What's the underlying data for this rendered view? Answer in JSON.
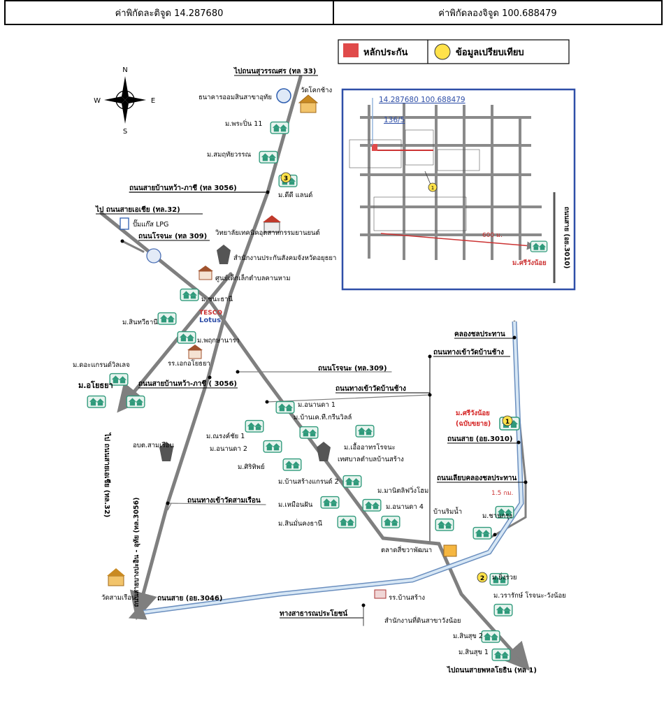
{
  "coords": {
    "lat_label": "ค่าพิกัดละติจูด 14.287680",
    "lon_label": "ค่าพิกัดลองจิจูด 100.688479"
  },
  "legend": {
    "guarantee": "หลักประกัน",
    "comparison": "ข้อมูลเปรียบเทียบ"
  },
  "compass": {
    "n": "N",
    "s": "S",
    "e": "E",
    "w": "W"
  },
  "inset": {
    "coordinate": "14.287680 100.688479",
    "house_no": "136/5",
    "distance": "600 ม.",
    "village": "ม.ศรีวังน้อย",
    "road": "ถนนสาย (อย.3010)",
    "marker_number": "1"
  },
  "roads": {
    "to_suwannason": "ไปถนนสุวรรณศร (ทล 33)",
    "banwa_phachi_top": "ถนนสายบ้านหว้า-ภาชี (ทล 3056)",
    "to_asia_top": "ไป ถนนสายเอเชีย (ทล.32)",
    "rojana_left": "ถนนโรจนะ (ทล 309)",
    "rojana_mid": "ถนนโรจนะ (ทล.309)",
    "banwa_phachi_left": "ถนนสายบ้านหว้า-ภาชี ( 3056)",
    "wat_banchang_top": "ถนนทางเข้าวัดบ้านช้าง",
    "wat_banchang_mid": "ถนนทางเข้าวัดบ้านช้าง",
    "canal": "คลองชลประทาน",
    "road_3010": "ถนนสาย (อย.3010)",
    "canal_side": "ถนนเลียบคลองชลประทาน",
    "wat_samruean": "ถนนทางเข้าวัดสามเรือน",
    "road_3046": "ถนนสาย (อย.3046)",
    "public_way": "ทางสาธารณประโยชน์",
    "to_phahon": "ไปถนนสายพหลโยธิน (ทล 1)",
    "to_asia_left": "ไป ถนนสายเอเชีย (ทล.32)",
    "ayutthaya_road": "ถนนสายบางปะอิน - อุทัย (ทล.3056)",
    "distance_1_5": "1.5 กม."
  },
  "places": {
    "gsb": "ธนาคารออมสินสาขาอุทัย",
    "wat_khok_chang": "วัดโคกช้าง",
    "m_phrapin": "ม.พระปิ่น 11",
    "m_samutthai": "ม.สมฤทัยวรรณ",
    "m_dd_land": "ม.ดีดี แลนด์",
    "gas": "ปั๊มแก๊ส LPG",
    "college": "วิทยาลัยเทคนิคอุตสาหกรรมยานยนต์",
    "provincial_office": "สำนักงานประกันสังคมจังหวัดอยุธยา",
    "child_center": "ศูนย์เด็กเล็กตำบลคานหาม",
    "m_chanathani": "ม.ชนะธานี",
    "m_sinthawee": "ม.สินทวีธานี",
    "tesco": "TESCO",
    "lotus": "Lotus",
    "m_phruksa": "ม.พฤกษานารา",
    "school_ayothaya": "รร.เอกอโยธยา",
    "m_grand_villa": "ม.ดอะแกรนด์วิลเลจ",
    "m_ayothaya": "ม.อโยธยา",
    "m_ananda1": "ม.อนานดา 1",
    "m_kt_green": "ม.บ้านเค.ที.กรีนวิลล์",
    "m_narongchai": "ม.ณรงค์ชัย 1",
    "m_ananda2": "ม.อนานดา 2",
    "m_rueaprakarn": "ม.เอื้ออาทรโรจนะ",
    "tessaban": "เทศบาลตำบลบ้านสร้าง",
    "m_siritip": "ม.ศิริทิพย์",
    "m_bansang_grand": "ม.บ้านสร้างแกรนด์ 2",
    "obt_samruean": "อบต.สามเรือน",
    "m_mani_home": "ม.มานิตลิฟวิ่งโฮม",
    "m_muean_fan": "ม.เหมือนฝัน",
    "m_ananda4": "ม.อนานดา 4",
    "m_sinman": "ม.สินมั่นคงธานี",
    "ban_rim_nam": "บ้านริมน้ำ",
    "m_chan_krung": "ม.ชานกรุง",
    "m_sriwang_expand": "ม.ศรีวังน้อย",
    "m_sriwang_expand2": "(ฉบับขยาย)",
    "market": "ตลาดสี่ขวาพัฒนา",
    "m_yingruay": "ม.ยิ่งรวย",
    "m_warasak": "ม.วรารักษ์ โรจนะ-วังน้อย",
    "school_bansang": "รร.บ้านสร้าง",
    "land_office": "สำนักงานที่ดินสาขาวังน้อย",
    "m_sinsuk2": "ม.สินสุข 2",
    "m_sinsuk1": "ม.สินสุข 1",
    "wat_samruean": "วัดสามเรือน",
    "marker_2": "2",
    "marker_3": "3",
    "marker_1": "1"
  },
  "colors": {
    "road": "#7f7f7f",
    "road_dark": "#555555",
    "canal": "#a9c9e6",
    "inset_border": "#2f4fa8",
    "guarantee_red": "#e04a4a",
    "comparison_yellow": "#ffe24a",
    "red_label": "#d42020",
    "house_green": "#2f9a7b"
  }
}
